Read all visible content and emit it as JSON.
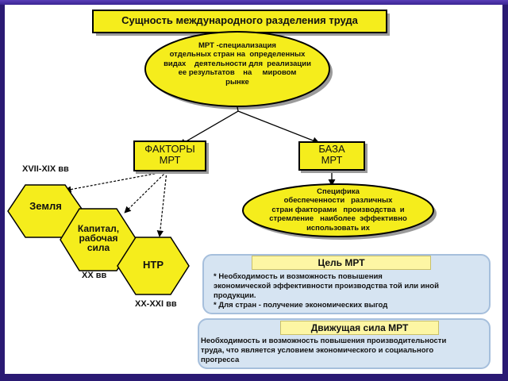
{
  "title": "Сущность международного разделения труда",
  "definition": "МРТ -специализация\nотдельных стран на  определенных\nвидах    деятельности для  реализации\nее результатов    на     мировом\nрынке",
  "factors": "ФАКТОРЫ\nМРТ",
  "base": "БАЗА\nМРТ",
  "specifics": "Специфика\nобеспеченности   различных\nстран факторами   производства  и\nстремление   наиболее  эффективно\nиспользовать их",
  "hexagons": {
    "land": "Земля",
    "capital": "Капитал,\nрабочая\nсила",
    "ntr": "НТР"
  },
  "eras": {
    "e17_19": "XVII-XIX вв",
    "e20": "XX вв",
    "e20_21": "XX-XXI вв"
  },
  "goal": {
    "heading": "Цель МРТ",
    "text": "* Необходимость и возможность повышения\nэкономической эффективности производства той или иной\nпродукции.\n* Для стран - получение экономических выгод"
  },
  "driver": {
    "heading": "Движущая сила МРТ",
    "text": "Необходимость и возможность повышения производительности\nтруда, что является условием экономического и социального\nпрогресса"
  },
  "colors": {
    "yellow": "#f5ed1c",
    "panel": "#d6e4f2",
    "panel_head": "#fdf6a4",
    "frame": "#2a1a73"
  }
}
